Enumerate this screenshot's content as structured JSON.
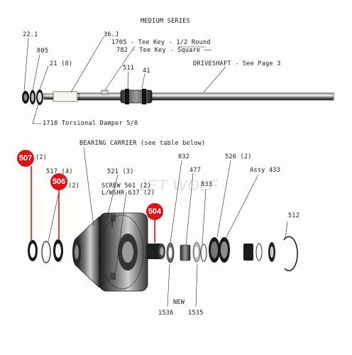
{
  "header": {
    "title": "MEDIUM SERIES"
  },
  "watermark": {
    "text": "JET WOLF"
  },
  "colors": {
    "callout_red": "#d9141b",
    "ink": "#1a1a1a"
  },
  "top_labels": {
    "p22_1": "22.1",
    "p36": "36.J",
    "p1705": "1705 - Tee Key - 1/2 Round",
    "p782": "782 - Tee Key - Square ——",
    "p805": "805",
    "p21": "21 (8)",
    "p511": "511",
    "p41": "41",
    "driveshaft": "DRIVESHAFT - See Page 3",
    "p1718": "1718 Torsional Damper 5/8"
  },
  "bottom_labels": {
    "bearing_carrier": "BEARING CARRIER (see table below)",
    "p832": "832",
    "p526": "526 (2)",
    "p507_qty": "(2)",
    "p517": "517 (4)",
    "p521": "521 (3)",
    "p477": "477",
    "assy433": "Assy 433",
    "p506_qty": "(2)",
    "screw": "SCREW 561 (2)",
    "lwshr": "L/WSHR 637 (2)",
    "p833": "833",
    "p512": "512",
    "new": "NEW",
    "p1536": "1536",
    "p1535": "1535"
  },
  "callouts": {
    "c507": "507",
    "c506": "506",
    "c504": "504"
  }
}
